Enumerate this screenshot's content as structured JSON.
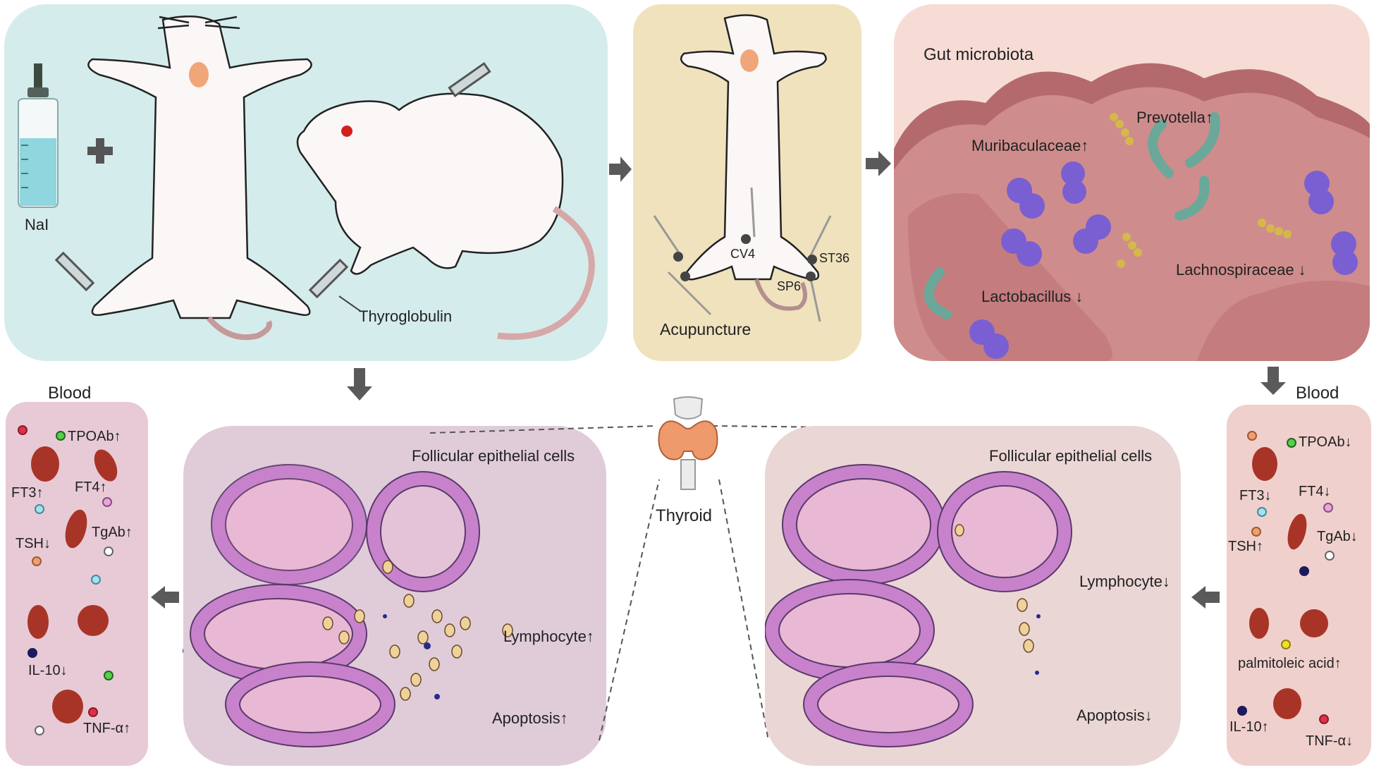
{
  "model": {
    "nai_label": "NaI",
    "thyroglobulin_label": "Thyroglobulin"
  },
  "acupuncture": {
    "title": "Acupuncture",
    "points": [
      "CV4",
      "ST36",
      "SP6"
    ]
  },
  "gut": {
    "title": "Gut microbiota",
    "taxa": {
      "muribaculaceae": "Muribaculaceae↑",
      "prevotella": "Prevotella↑",
      "lactobacillus": "Lactobacillus ↓",
      "lachnospiraceae": "Lachnospiraceae ↓"
    }
  },
  "thyroid": {
    "label": "Thyroid"
  },
  "histology_left": {
    "follicular": "Follicular epithelial cells",
    "lymphocyte": "Lymphocyte↑",
    "apoptosis": "Apoptosis↑"
  },
  "histology_right": {
    "follicular": "Follicular epithelial cells",
    "lymphocyte": "Lymphocyte↓",
    "apoptosis": "Apoptosis↓"
  },
  "blood_left": {
    "title": "Blood",
    "markers": {
      "tpoab": "TPOAb↑",
      "ft3": "FT3↑",
      "ft4": "FT4↑",
      "tsh": "TSH↓",
      "tgab": "TgAb↑",
      "il10": "IL-10↓",
      "tnfa": "TNF-α↑"
    }
  },
  "blood_right": {
    "title": "Blood",
    "markers": {
      "tpoab": "TPOAb↓",
      "ft3": "FT3↓",
      "ft4": "FT4↓",
      "tsh": "TSH↑",
      "tgab": "TgAb↓",
      "palmitoleic": "palmitoleic acid↑",
      "il10": "IL-10↑",
      "tnfa": "TNF-α↓"
    }
  },
  "colors": {
    "model_bg": "#d5ecec",
    "acupuncture_bg": "#efe2bd",
    "gut_bg": "#f6dcd5",
    "blood_left_bg": "#e7cad6",
    "blood_right_bg": "#efd0cd",
    "cell_fill": "#c882cc",
    "cell_nucleus": "#1c1a5e",
    "arrow": "#5a5a5a"
  }
}
